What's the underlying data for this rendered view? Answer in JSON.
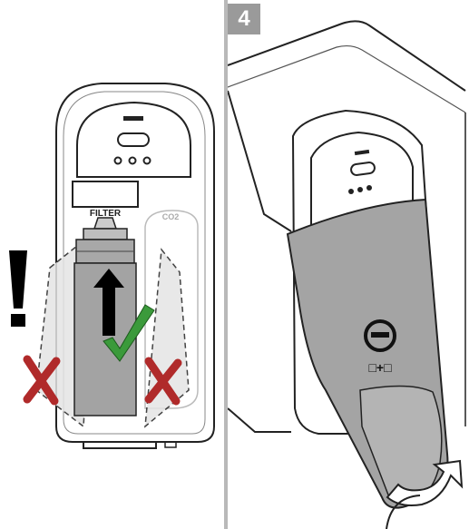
{
  "step_number": "4",
  "left_panel": {
    "filter_label": "FILTER",
    "co2_label": "CO2",
    "check_color": "#3b9a3b",
    "cross_color": "#b02a2a",
    "warning_symbol": "exclamation-icon"
  },
  "right_panel": {
    "door_symbol_text": "□+□",
    "rotate_arrow": "curved-arrow-icon"
  }
}
